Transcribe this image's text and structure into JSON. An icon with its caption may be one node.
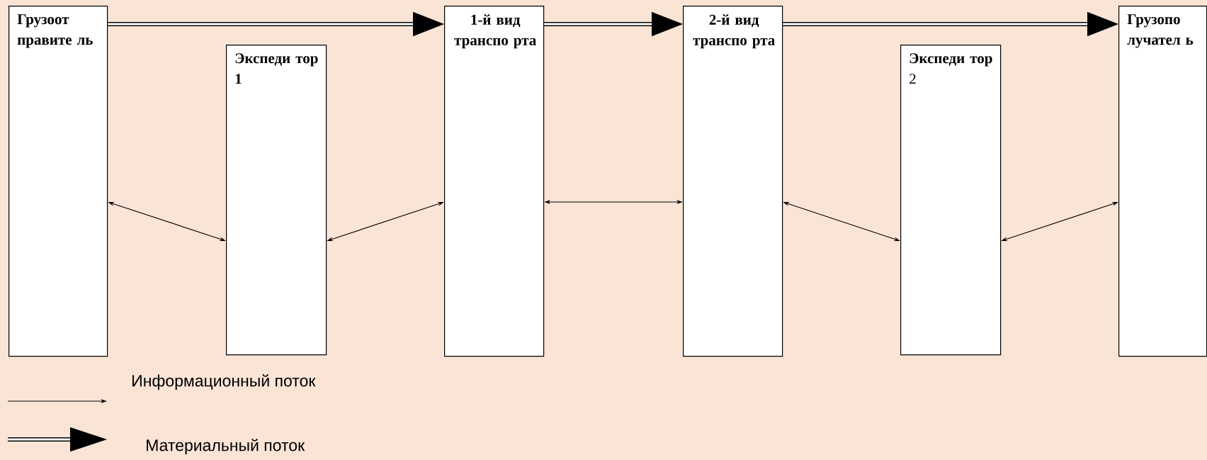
{
  "diagram": {
    "nodes": [
      {
        "text": [
          "Грузоот правите ль"
        ]
      },
      {
        "text": [
          "Экспеди тор 1"
        ]
      },
      {
        "text": [
          "1-й вид транспо рта"
        ]
      },
      {
        "text": [
          "2-й вид транспо рта"
        ]
      },
      {
        "text": [
          "**Экспеди тор** 2"
        ]
      },
      {
        "text": [
          "Грузопо лучател ь"
        ]
      }
    ],
    "edges": [
      {
        "from": 0,
        "to": 2,
        "arrow": "to",
        "style": "thick"
      },
      {
        "from": 2,
        "to": 3,
        "arrow": "to",
        "style": "thick"
      },
      {
        "from": 3,
        "to": 5,
        "arrow": "to",
        "style": "thick"
      },
      {
        "from": 0,
        "to": 1,
        "arrow": "both"
      },
      {
        "from": 1,
        "to": 2,
        "arrow": "both"
      },
      {
        "from": 2,
        "to": 3,
        "arrow": "both"
      },
      {
        "from": 3,
        "to": 4,
        "arrow": "both"
      },
      {
        "from": 4,
        "to": 5,
        "arrow": "both"
      }
    ],
    "legend": [
      {
        "text": "Информационный поток"
      },
      {
        "text": "Материальный поток"
      }
    ]
  }
}
